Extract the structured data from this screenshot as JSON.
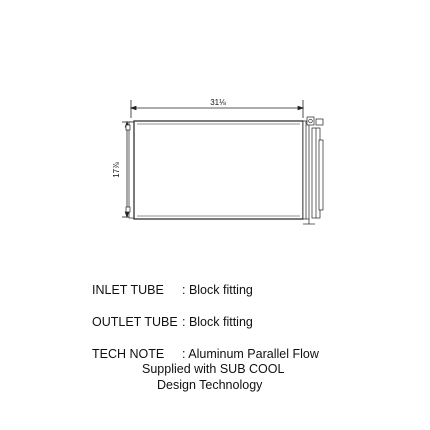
{
  "drawing": {
    "width_dimension": "31⅛",
    "height_dimension": "17⅞"
  },
  "specs": [
    {
      "label": "INLET TUBE",
      "value": ": Block fitting"
    },
    {
      "label": "OUTLET TUBE",
      "value": ": Block fitting"
    },
    {
      "label": "TECH NOTE",
      "value": ": Aluminum Parallel Flow"
    }
  ],
  "tech_note_continuation": [
    "Supplied with SUB COOL",
    "Design Technology"
  ]
}
